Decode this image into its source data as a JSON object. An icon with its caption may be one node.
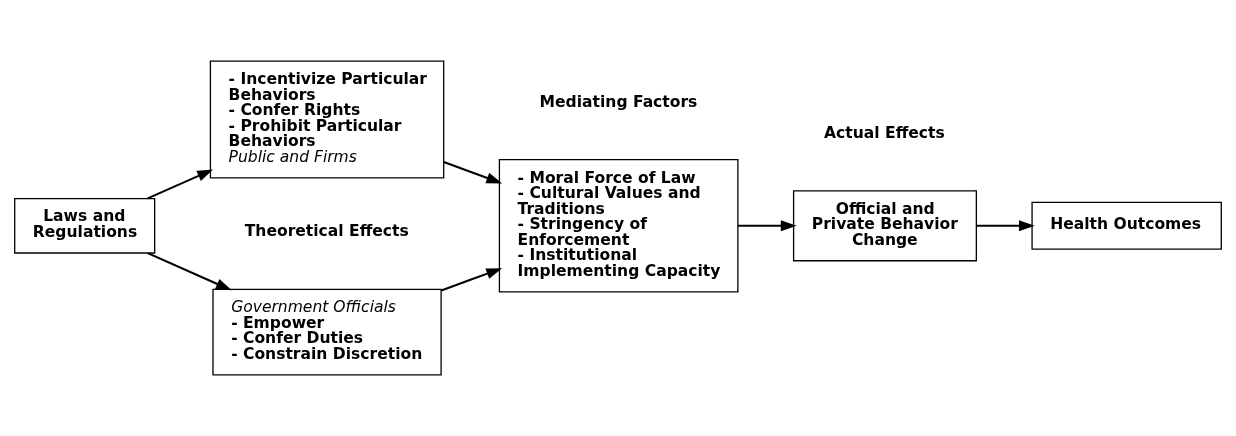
{
  "diagram": {
    "nodes": [
      {
        "text": [
          "Laws and Regulations"
        ]
      },
      {
        "text": [
          "Government Officials",
          "- Empower",
          "- Confer Duties",
          "- Constrain Discretion"
        ]
      },
      {
        "text": [
          "- Incentivize Particular Behaviors",
          "- Confer Rights",
          "- Prohibit Particular Behaviors",
          "Public and Firms"
        ]
      },
      {
        "text": [
          "- Moral Force of Law",
          "- Cultural Values and Traditions",
          "- Stringency of Enforcement",
          "- Institutional Implementing Capacity"
        ]
      },
      {
        "text": [
          "Official and Private Behavior Change"
        ]
      },
      {
        "text": [
          "Health Outcomes"
        ]
      }
    ],
    "edges": [
      {
        "from": 0,
        "to": 1,
        "arrow": "to"
      },
      {
        "from": 0,
        "to": 2,
        "arrow": "to"
      },
      {
        "from": 1,
        "to": 3,
        "arrow": "to"
      },
      {
        "from": 2,
        "to": 3,
        "arrow": "to"
      },
      {
        "from": 3,
        "to": 4,
        "arrow": "to"
      },
      {
        "from": 4,
        "to": 5,
        "arrow": "to"
      }
    ],
    "labels": [
      "Theoretical Effects",
      "Mediating Factors",
      "Actual Effects"
    ]
  }
}
